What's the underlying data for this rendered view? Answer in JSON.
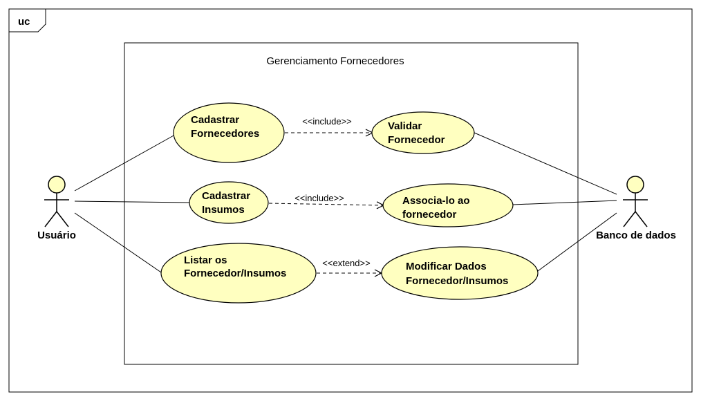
{
  "frame": {
    "tag": "uc"
  },
  "boundary": {
    "title": "Gerenciamento Fornecedores"
  },
  "colors": {
    "usecase_fill": "#FFFFC0",
    "line": "#000000",
    "background": "#FFFFFF"
  },
  "actors": {
    "user": {
      "name": "Usuário"
    },
    "database": {
      "name": "Banco de dados"
    }
  },
  "usecases": {
    "cadastrar_fornecedores": {
      "lines": [
        "Cadastrar",
        "Fornecedores"
      ]
    },
    "validar_fornecedor": {
      "lines": [
        "Validar",
        "Fornecedor"
      ]
    },
    "cadastrar_insumos": {
      "lines": [
        "Cadastrar",
        "Insumos"
      ]
    },
    "associa_fornecedor": {
      "lines": [
        "Associa-lo ao",
        "fornecedor"
      ]
    },
    "listar": {
      "lines": [
        "Listar os",
        "Fornecedor/Insumos"
      ]
    },
    "modificar": {
      "lines": [
        "Modificar Dados",
        "Fornecedor/Insumos"
      ]
    }
  },
  "relations": {
    "include_1": "<<include>>",
    "include_2": "<<include>>",
    "extend_1": "<<extend>>"
  }
}
